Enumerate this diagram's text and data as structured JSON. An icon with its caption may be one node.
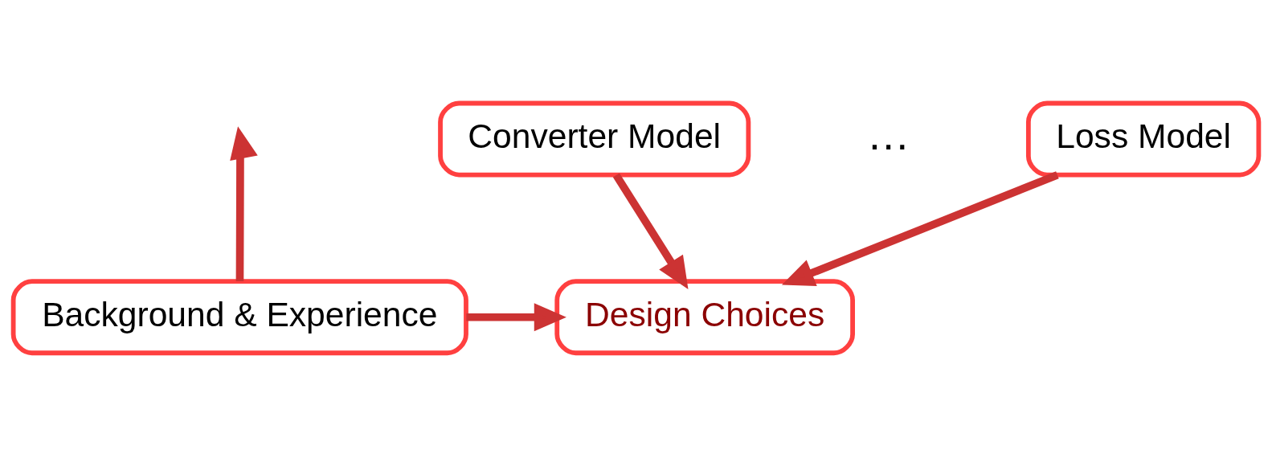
{
  "diagram": {
    "nodes": [
      {
        "text": [
          "Background & Experience"
        ]
      },
      {
        "text": [
          "Converter Model"
        ]
      },
      {
        "text": [
          "Loss Model"
        ]
      },
      {
        "text": [
          "Design Choices"
        ]
      }
    ],
    "edges": [
      {
        "from": 0,
        "to": null,
        "arrow": "to"
      },
      {
        "from": 0,
        "to": 3,
        "arrow": "to"
      },
      {
        "from": 1,
        "to": 3,
        "arrow": "to"
      },
      {
        "from": 2,
        "to": 3,
        "arrow": "to"
      }
    ],
    "labels": [
      "…"
    ]
  }
}
